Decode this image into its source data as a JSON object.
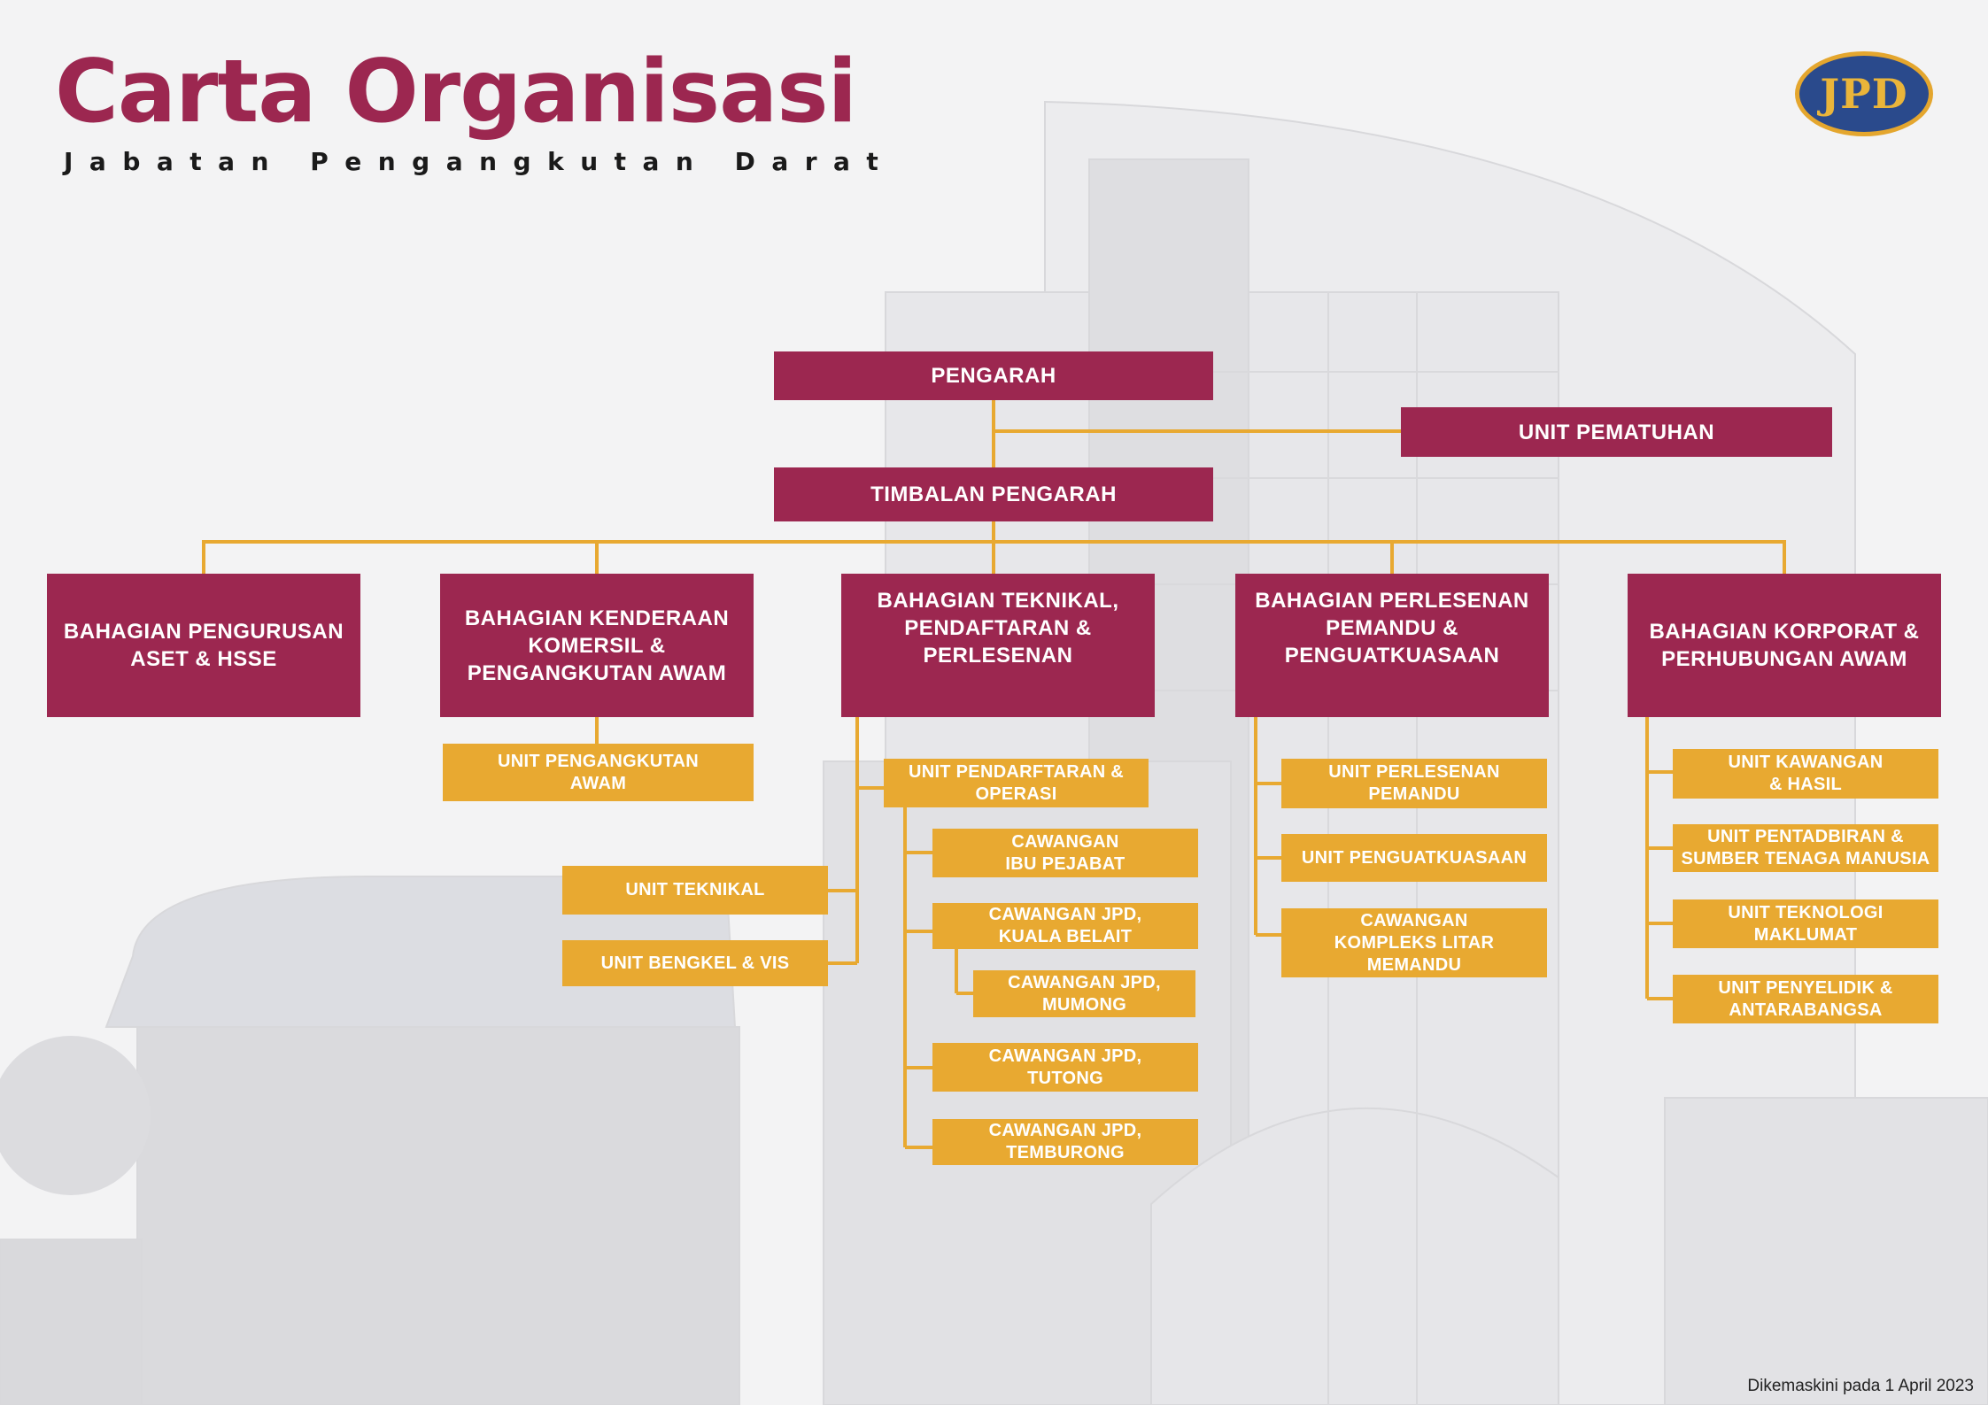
{
  "header": {
    "title": "Carta Organisasi",
    "subtitle": "Jabatan Pengangkutan Darat",
    "logo_text": "JPD"
  },
  "colors": {
    "maroon": "#9c2750",
    "gold": "#e8a931",
    "connector": "#e8a931"
  },
  "top": {
    "director": "PENGARAH",
    "compliance": "UNIT PEMATUHAN",
    "deputy": "TIMBALAN PENGARAH"
  },
  "divisions": [
    {
      "label": "BAHAGIAN PENGURUSAN\nASET & HSSE",
      "units": []
    },
    {
      "label": "BAHAGIAN KENDERAAN\nKOMERSIL &\nPENGANGKUTAN AWAM",
      "units": [
        "UNIT PENGANGKUTAN\nAWAM"
      ]
    },
    {
      "label": "BAHAGIAN TEKNIKAL,\nPENDAFTARAN &\nPERLESENAN",
      "units": [
        "UNIT PENDARFTARAN &\nOPERASI",
        "UNIT TEKNIKAL",
        "UNIT BENGKEL & VIS"
      ],
      "branches": [
        "CAWANGAN\nIBU PEJABAT",
        "CAWANGAN JPD,\nKUALA BELAIT",
        "CAWANGAN JPD,\nMUMONG",
        "CAWANGAN JPD,\nTUTONG",
        "CAWANGAN JPD,\nTEMBURONG"
      ]
    },
    {
      "label": "BAHAGIAN PERLESENAN\nPEMANDU &\nPENGUATKUASAAN",
      "units": [
        "UNIT PERLESENAN\nPEMANDU",
        "UNIT PENGUATKUASAAN",
        "CAWANGAN\nKOMPLEKS LITAR MEMANDU"
      ]
    },
    {
      "label": "BAHAGIAN KORPORAT &\nPERHUBUNGAN AWAM",
      "units": [
        "UNIT KAWANGAN\n& HASIL",
        "UNIT PENTADBIRAN &\nSUMBER TENAGA MANUSIA",
        "UNIT TEKNOLOGI\nMAKLUMAT",
        "UNIT PENYELIDIK &\nANTARABANGSA"
      ]
    }
  ],
  "footer": "Dikemaskini pada 1 April 2023"
}
